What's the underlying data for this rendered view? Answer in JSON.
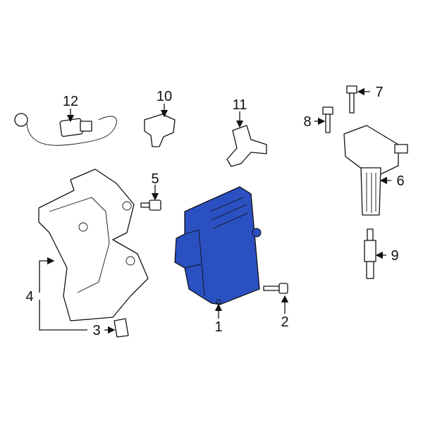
{
  "diagram": {
    "highlight_color": "#2b50c2",
    "callouts": [
      {
        "number": "1",
        "part": "engine-control-module",
        "highlighted": true
      },
      {
        "number": "2",
        "part": "bolt"
      },
      {
        "number": "3",
        "part": "clip-nut"
      },
      {
        "number": "4",
        "part": "mounting-bracket"
      },
      {
        "number": "5",
        "part": "bolt"
      },
      {
        "number": "6",
        "part": "ignition-coil"
      },
      {
        "number": "7",
        "part": "bolt"
      },
      {
        "number": "8",
        "part": "bolt"
      },
      {
        "number": "9",
        "part": "spark-plug"
      },
      {
        "number": "10",
        "part": "camshaft-position-sensor"
      },
      {
        "number": "11",
        "part": "crankshaft-position-sensor"
      },
      {
        "number": "12",
        "part": "knock-sensor"
      }
    ]
  }
}
